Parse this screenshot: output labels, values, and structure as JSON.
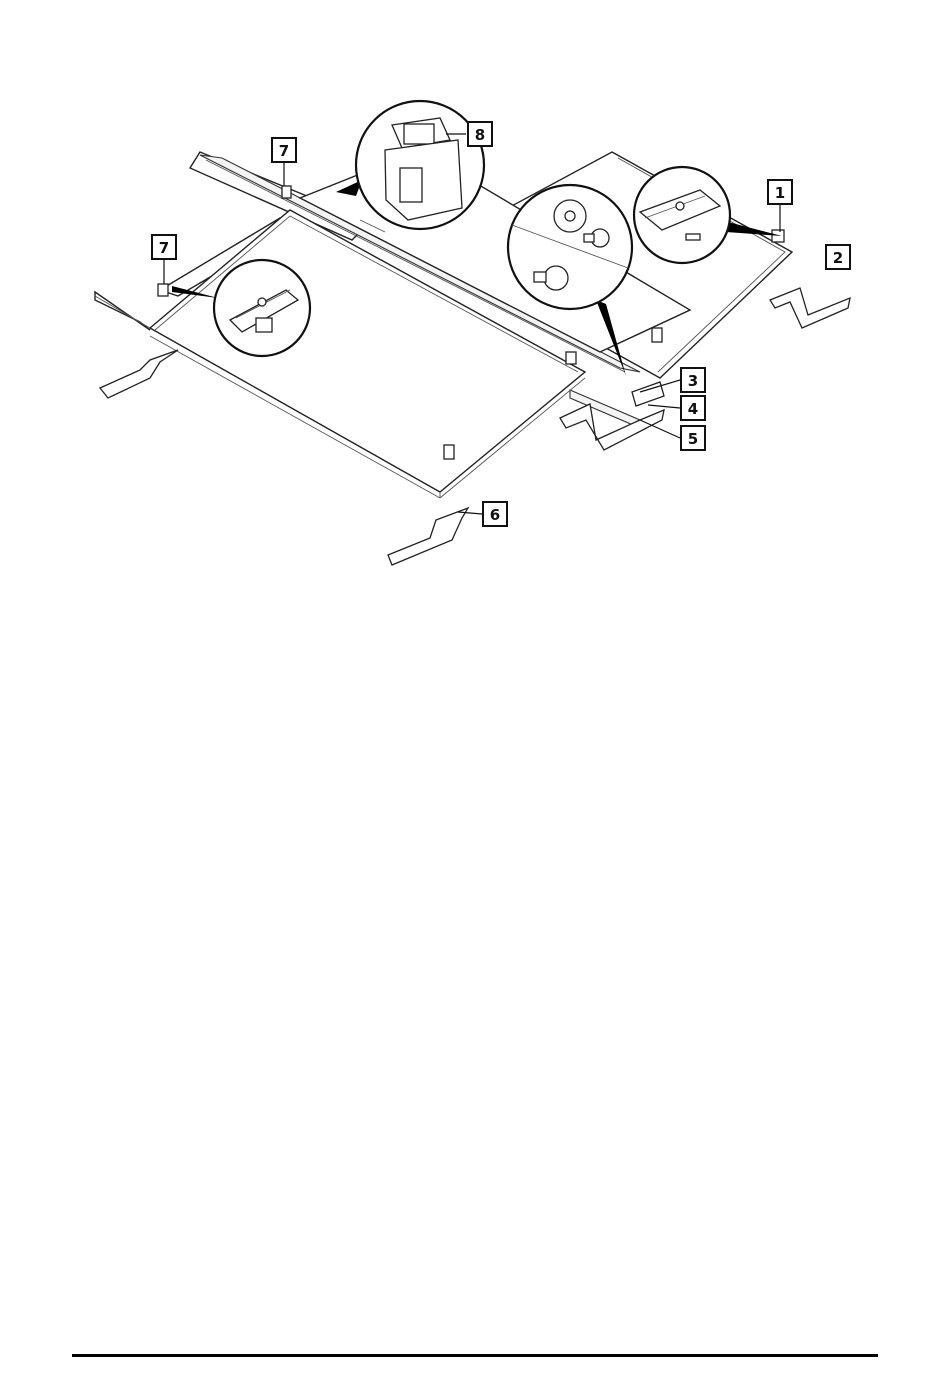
{
  "colors": {
    "ink": "#111111",
    "paper": "#ffffff"
  },
  "callouts": [
    {
      "id": "c1",
      "label": "1"
    },
    {
      "id": "c2",
      "label": "2"
    },
    {
      "id": "c3",
      "label": "3"
    },
    {
      "id": "c4",
      "label": "4"
    },
    {
      "id": "c5",
      "label": "5"
    },
    {
      "id": "c6",
      "label": "6"
    },
    {
      "id": "c7a",
      "label": "7"
    },
    {
      "id": "c7b",
      "label": "7"
    },
    {
      "id": "c8",
      "label": "8"
    }
  ]
}
